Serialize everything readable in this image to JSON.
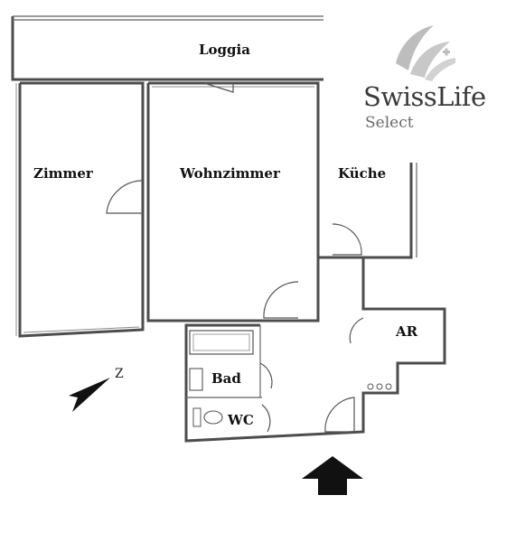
{
  "rooms": {
    "loggia": "Loggia",
    "zimmer": "Zimmer",
    "wohnzimmer": "Wohnzimmer",
    "kueche": "Küche",
    "ar": "AR",
    "bad": "Bad",
    "wc": "WC"
  },
  "north_marker": "Z",
  "logo": {
    "brand": "SwissLife",
    "sub": "Select"
  },
  "colors": {
    "wall": "#4d4d4d",
    "text": "#111111",
    "logo": "#3a3a3a",
    "logo_mark": "#b5b5b5"
  },
  "icons": {
    "entrance": "entrance-arrow-icon",
    "north": "north-arrow-icon",
    "logo": "swisslife-mark-icon"
  }
}
